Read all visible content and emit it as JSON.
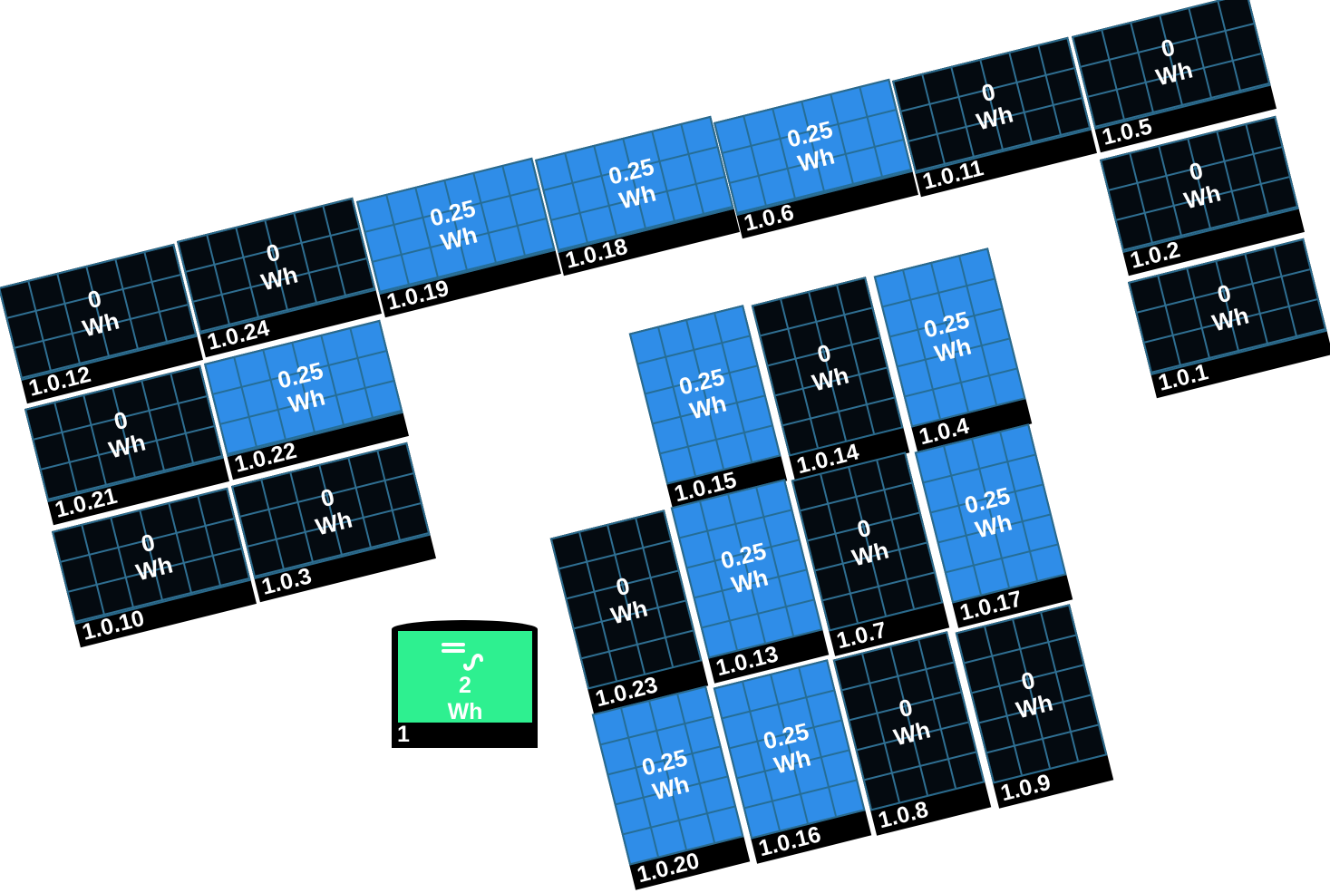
{
  "colors": {
    "producing": "#2f8de8",
    "idle": "#040a10",
    "grid_line": "#2f6f92",
    "gateway": "#2ef090",
    "label_bg": "#000000"
  },
  "gateway": {
    "icon": "ac-sine-meter-icon",
    "value": "2",
    "unit": "Wh",
    "label": "1"
  },
  "panels": [
    {
      "id": "1.0.12",
      "value": "0",
      "unit": "Wh",
      "orientation": "landscape",
      "producing": false
    },
    {
      "id": "1.0.24",
      "value": "0",
      "unit": "Wh",
      "orientation": "landscape",
      "producing": false
    },
    {
      "id": "1.0.19",
      "value": "0.25",
      "unit": "Wh",
      "orientation": "landscape",
      "producing": true
    },
    {
      "id": "1.0.18",
      "value": "0.25",
      "unit": "Wh",
      "orientation": "landscape",
      "producing": true
    },
    {
      "id": "1.0.6",
      "value": "0.25",
      "unit": "Wh",
      "orientation": "landscape",
      "producing": true
    },
    {
      "id": "1.0.11",
      "value": "0",
      "unit": "Wh",
      "orientation": "landscape",
      "producing": false
    },
    {
      "id": "1.0.5",
      "value": "0",
      "unit": "Wh",
      "orientation": "landscape",
      "producing": false
    },
    {
      "id": "1.0.2",
      "value": "0",
      "unit": "Wh",
      "orientation": "landscape",
      "producing": false
    },
    {
      "id": "1.0.1",
      "value": "0",
      "unit": "Wh",
      "orientation": "landscape",
      "producing": false
    },
    {
      "id": "1.0.21",
      "value": "0",
      "unit": "Wh",
      "orientation": "landscape",
      "producing": false
    },
    {
      "id": "1.0.22",
      "value": "0.25",
      "unit": "Wh",
      "orientation": "landscape",
      "producing": true
    },
    {
      "id": "1.0.10",
      "value": "0",
      "unit": "Wh",
      "orientation": "landscape",
      "producing": false
    },
    {
      "id": "1.0.3",
      "value": "0",
      "unit": "Wh",
      "orientation": "landscape",
      "producing": false
    },
    {
      "id": "1.0.15",
      "value": "0.25",
      "unit": "Wh",
      "orientation": "portrait",
      "producing": true
    },
    {
      "id": "1.0.14",
      "value": "0",
      "unit": "Wh",
      "orientation": "portrait",
      "producing": false
    },
    {
      "id": "1.0.4",
      "value": "0.25",
      "unit": "Wh",
      "orientation": "portrait",
      "producing": true
    },
    {
      "id": "1.0.23",
      "value": "0",
      "unit": "Wh",
      "orientation": "portrait",
      "producing": false
    },
    {
      "id": "1.0.13",
      "value": "0.25",
      "unit": "Wh",
      "orientation": "portrait",
      "producing": true
    },
    {
      "id": "1.0.7",
      "value": "0",
      "unit": "Wh",
      "orientation": "portrait",
      "producing": false
    },
    {
      "id": "1.0.17",
      "value": "0.25",
      "unit": "Wh",
      "orientation": "portrait",
      "producing": true
    },
    {
      "id": "1.0.20",
      "value": "0.25",
      "unit": "Wh",
      "orientation": "portrait",
      "producing": true
    },
    {
      "id": "1.0.16",
      "value": "0.25",
      "unit": "Wh",
      "orientation": "portrait",
      "producing": true
    },
    {
      "id": "1.0.8",
      "value": "0",
      "unit": "Wh",
      "orientation": "portrait",
      "producing": false
    },
    {
      "id": "1.0.9",
      "value": "0",
      "unit": "Wh",
      "orientation": "portrait",
      "producing": false
    }
  ]
}
